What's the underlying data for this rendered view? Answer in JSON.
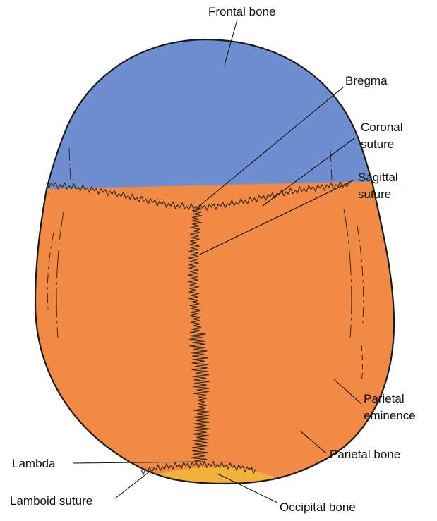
{
  "labels": {
    "frontal_bone": "Frontal bone",
    "bregma": "Bregma",
    "coronal_1": "Coronal",
    "coronal_2": "suture",
    "sagittal_1": "Sagittal",
    "sagittal_2": "suture",
    "parietal_em_1": "Parietal",
    "parietal_em_2": "eminence",
    "parietal_bone": "Parietal bone",
    "lambda": "Lambda",
    "lamboid_suture": "Lamboid suture",
    "occipital_bone": "Occipital bone"
  },
  "colors": {
    "frontal": "#6f8ed0",
    "parietal": "#f08a45",
    "occipital": "#f2b23a",
    "outline": "#1a1a1a"
  }
}
